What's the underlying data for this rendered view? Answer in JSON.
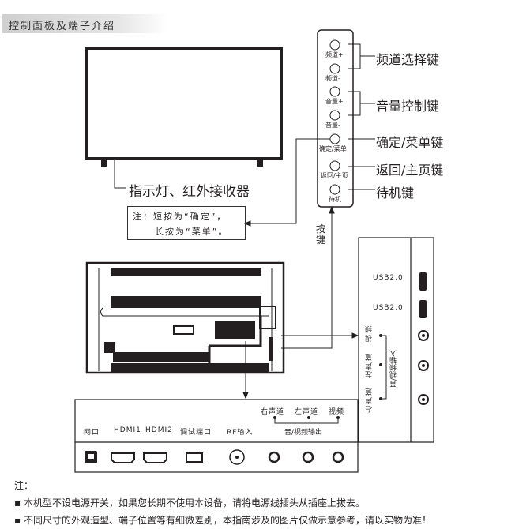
{
  "title": "控制面板及端子介绍",
  "front": {
    "indicator_label": "指示灯、红外接收器"
  },
  "note_box": {
    "line1": "注：短按为“确定”，",
    "line2": "长按为“菜单”。"
  },
  "control_panel": {
    "buttons": [
      "频道+",
      "频道-",
      "音量+",
      "音量-",
      "确定/菜单",
      "返回/主页",
      "待机"
    ],
    "callouts": {
      "channel": "频道选择键",
      "volume": "音量控制键",
      "ok_menu": "确定/菜单键",
      "back_home": "返回/主页键",
      "standby": "待机键"
    },
    "keys_label": "按键"
  },
  "side_panel": {
    "usb1": "USB2.0",
    "usb2": "USB2.0",
    "video": "视频",
    "left": "左声道",
    "right": "右声道",
    "group": "音/视频输入"
  },
  "bottom_panel": {
    "lan": "网口",
    "hdmi1": "HDMI1",
    "hdmi2": "HDMI2",
    "debug": "调试端口",
    "rf": "RF输入",
    "right": "右声道",
    "left": "左声道",
    "video": "视频",
    "group": "音/视频输出"
  },
  "footer": {
    "note_title": "注：",
    "items": [
      "▪ 本机型不设电源开关，如果您长期不使用本设备，请将电源线插头从插座上拔去。",
      "▪ 不同尺寸的外观造型、端子位置等有细微差别，本指南涉及的图片仅做示意参考，请以实物为准！"
    ]
  }
}
